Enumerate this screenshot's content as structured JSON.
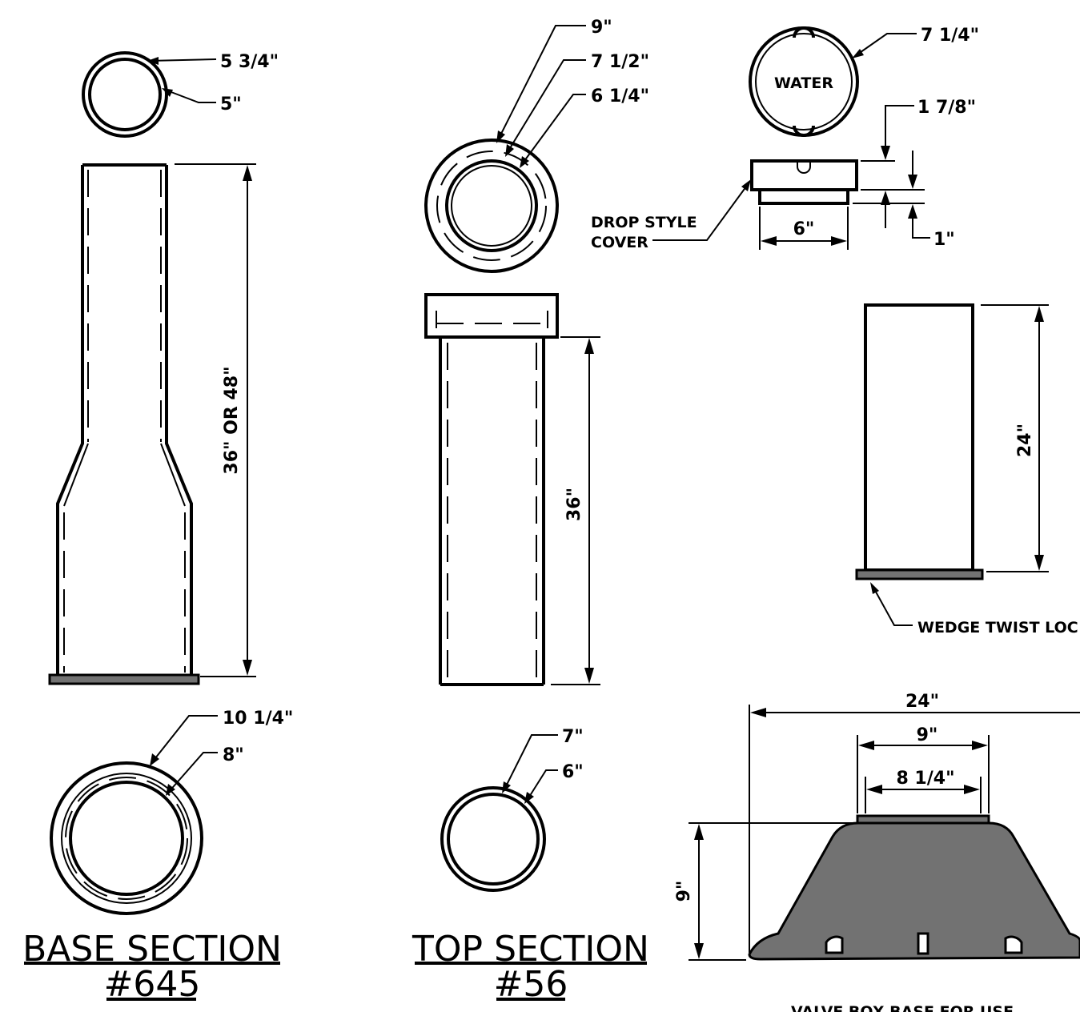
{
  "base_section": {
    "title": "BASE SECTION",
    "number": "#645",
    "top_outer": "5 3/4\"",
    "top_inner": "5\"",
    "height": "36\" OR 48\"",
    "bottom_outer": "10 1/4\"",
    "bottom_inner": "8\""
  },
  "top_section": {
    "title": "TOP SECTION",
    "number": "#56",
    "top_outer": "9\"",
    "top_mid": "7 1/2\"",
    "top_inner": "6 1/4\"",
    "height": "36\"",
    "bottom_outer": "7\"",
    "bottom_inner": "6\""
  },
  "cover": {
    "label": "WATER",
    "diameter": "7 1/4\"",
    "lip_height": "1 7/8\"",
    "drop_height": "1\"",
    "drop_width": "6\"",
    "style_line1": "DROP STYLE",
    "style_line2": "COVER"
  },
  "extension": {
    "height": "24\"",
    "wedge_label": "WEDGE TWIST LOC"
  },
  "valve_base": {
    "width": "24\"",
    "top_outer": "9\"",
    "top_inner": "8 1/4\"",
    "height": "9\"",
    "caption": "VALVE BOX BASE FOR USE"
  }
}
